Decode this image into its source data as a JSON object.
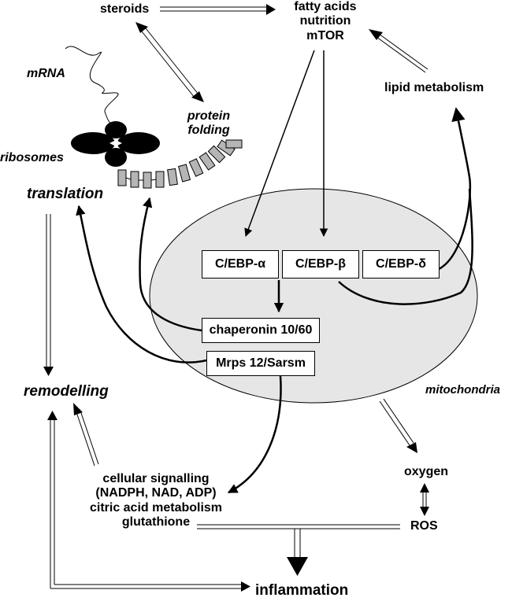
{
  "labels": {
    "steroids": "steroids",
    "fatty_acids": "fatty acids",
    "nutrition": "nutrition",
    "mtor": "mTOR",
    "lipid_metabolism": "lipid metabolism",
    "mrna": "mRNA",
    "protein_folding_1": "protein",
    "protein_folding_2": "folding",
    "ribosomes": "ribosomes",
    "translation": "translation",
    "remodelling": "remodelling",
    "mitochondria": "mitochondria",
    "oxygen": "oxygen",
    "ros": "ROS",
    "inflammation": "inflammation",
    "cellular_signalling": "cellular signalling",
    "nadph": "(NADPH, NAD, ADP)",
    "citric_acid": "citric acid metabolism",
    "glutathione": "glutathione"
  },
  "boxes": {
    "cebp_alpha": "C/EBP-α",
    "cebp_beta": "C/EBP-β",
    "cebp_delta": "C/EBP-δ",
    "chaperonin": "chaperonin 10/60",
    "mrps": "Mrps 12/Sarsm"
  },
  "colors": {
    "mitochondria_fill": "#e6e6e6",
    "ink": "#000000"
  }
}
